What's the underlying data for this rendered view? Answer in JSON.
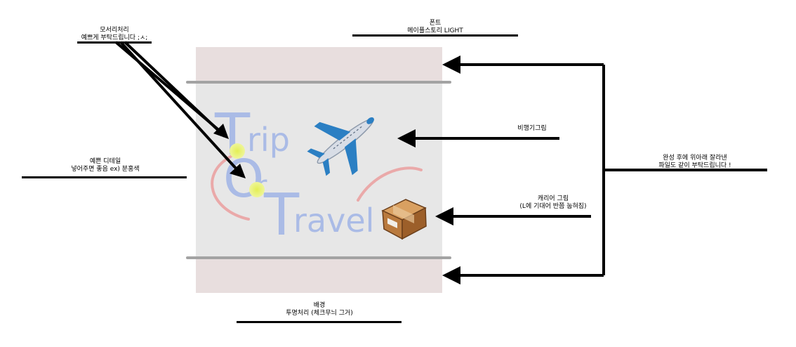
{
  "notes": {
    "corner": {
      "line1": "모서리처리",
      "line2": "예쁘게 부탁드립니다 ;ㅅ;"
    },
    "font": {
      "line1": "폰트",
      "line2": "메이플스토리 LIGHT"
    },
    "plane": {
      "line1": "비행기그림"
    },
    "detail": {
      "line1": "예쁜 디테일",
      "line2": "넣어주면 좋음 ex) 분홍색"
    },
    "finish": {
      "line1": "완성 후에 위아래 잘라낸",
      "line2": "파일도 같이 부탁드립니다 !"
    },
    "carrier": {
      "line1": "캐리어 그림",
      "line2": "(L에 기대어 반쯤 눕혀짐)"
    },
    "background": {
      "line1": "배경",
      "line2": "투명처리 (체크무늬 그거)"
    }
  },
  "logo": {
    "word1": "Trip",
    "word2": "Or",
    "word3": "Travel"
  },
  "icons": {
    "plane": "airplane-icon",
    "carrier": "package-box-icon"
  },
  "colors": {
    "outer_bg": "#e8dede",
    "inner_bg": "#e7e7e7",
    "band_line": "#a3a3a3",
    "logo_text": "#aabbe6",
    "pink_arc": "#eaa9a9",
    "yellow_dot": "#e4ef55",
    "arrow": "#000000"
  }
}
